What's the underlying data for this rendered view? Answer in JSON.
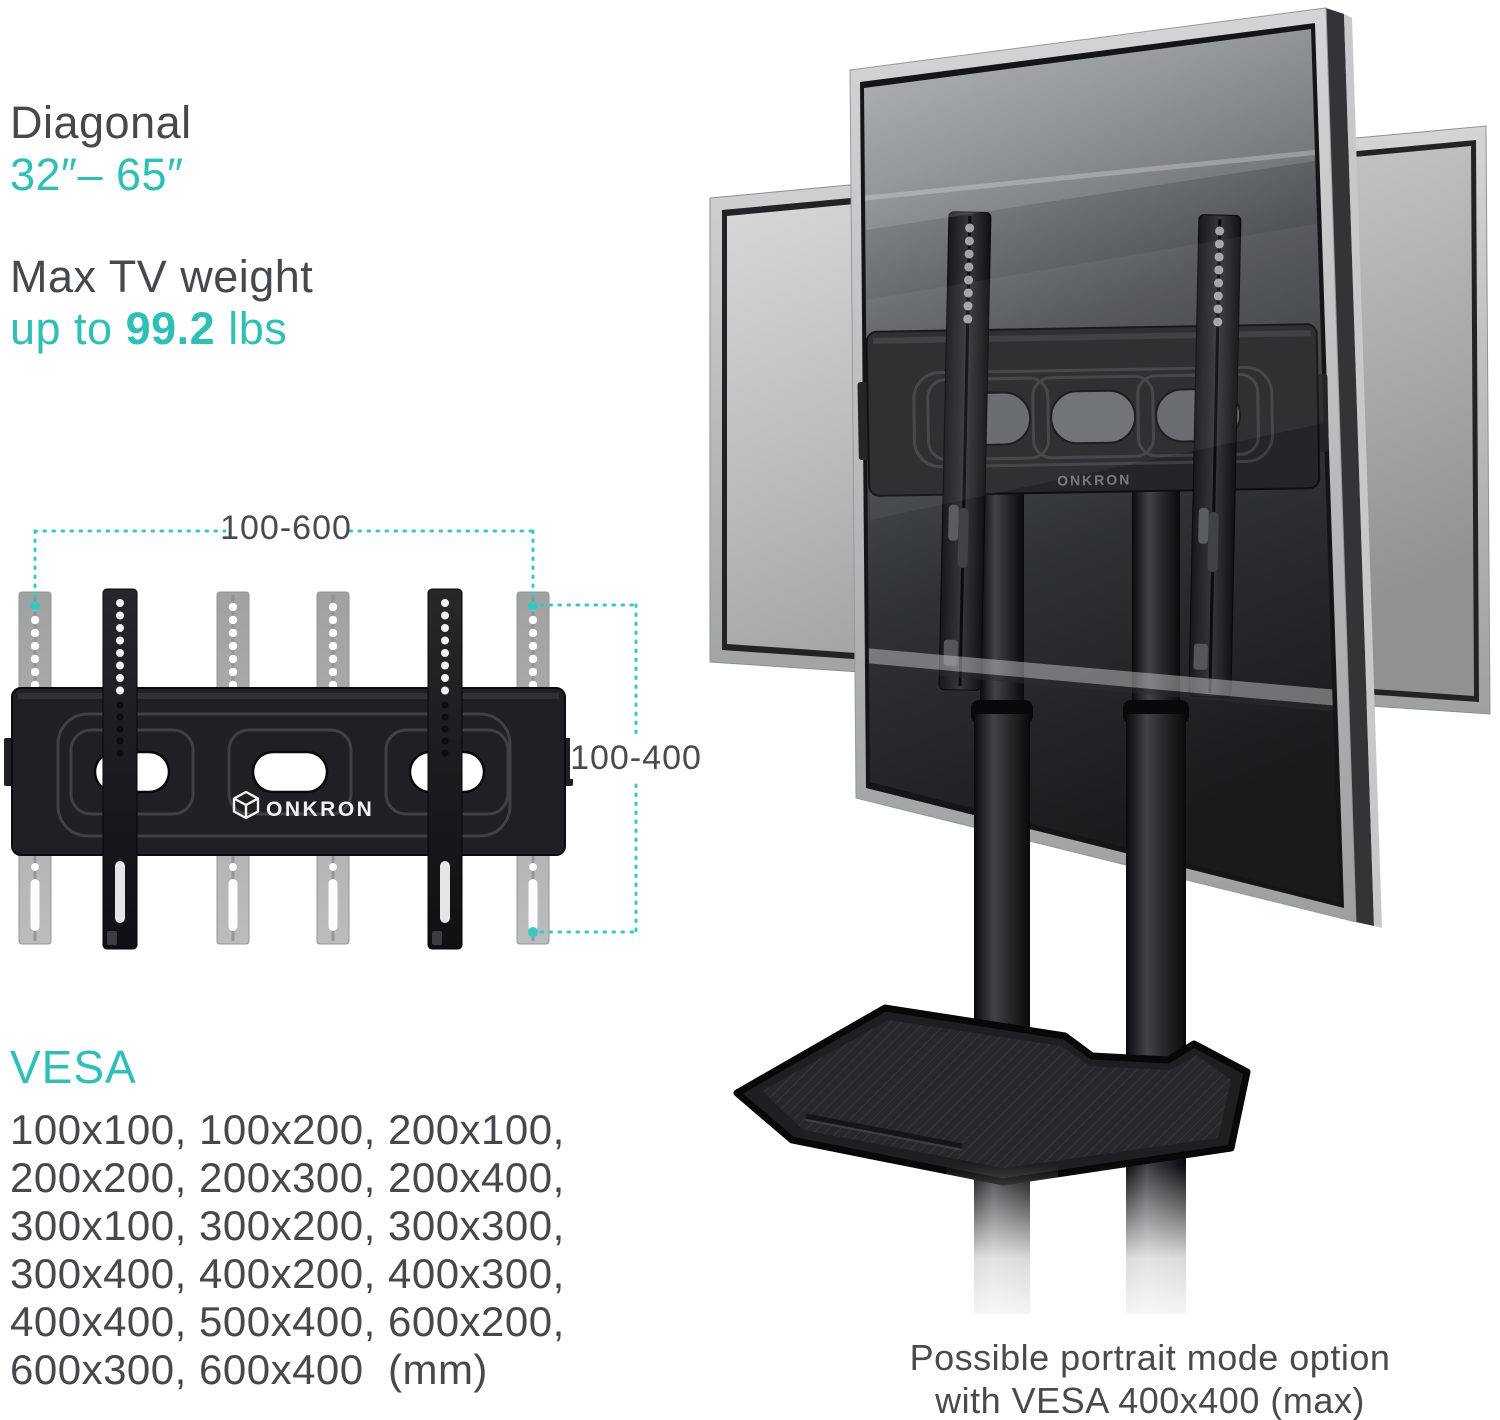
{
  "specs": {
    "diagonal_label": "Diagonal",
    "diagonal_value": "32″– 65″",
    "weight_label": "Max TV weight",
    "weight_prefix": "up to ",
    "weight_value": "99.2",
    "weight_suffix": " lbs"
  },
  "diagram": {
    "width_range": "100-600",
    "height_range": "100-400",
    "brand": "ONKRON"
  },
  "vesa": {
    "heading": "VESA",
    "lines": [
      "100x100, 100x200, 200x100,",
      "200x200, 200x300, 200x400,",
      "300x100, 300x200, 300x300,",
      "300x400, 400x200, 400x300,",
      "400x400, 500x400, 600x200,",
      "600x300, 600x400  (mm)"
    ]
  },
  "caption": {
    "line1": "Possible portrait mode option",
    "line2": "with VESA 400x400 (max)"
  },
  "colors": {
    "teal_text": "#2fbfb7",
    "teal_line": "#3bc7bf",
    "text_dark": "#45484c"
  }
}
